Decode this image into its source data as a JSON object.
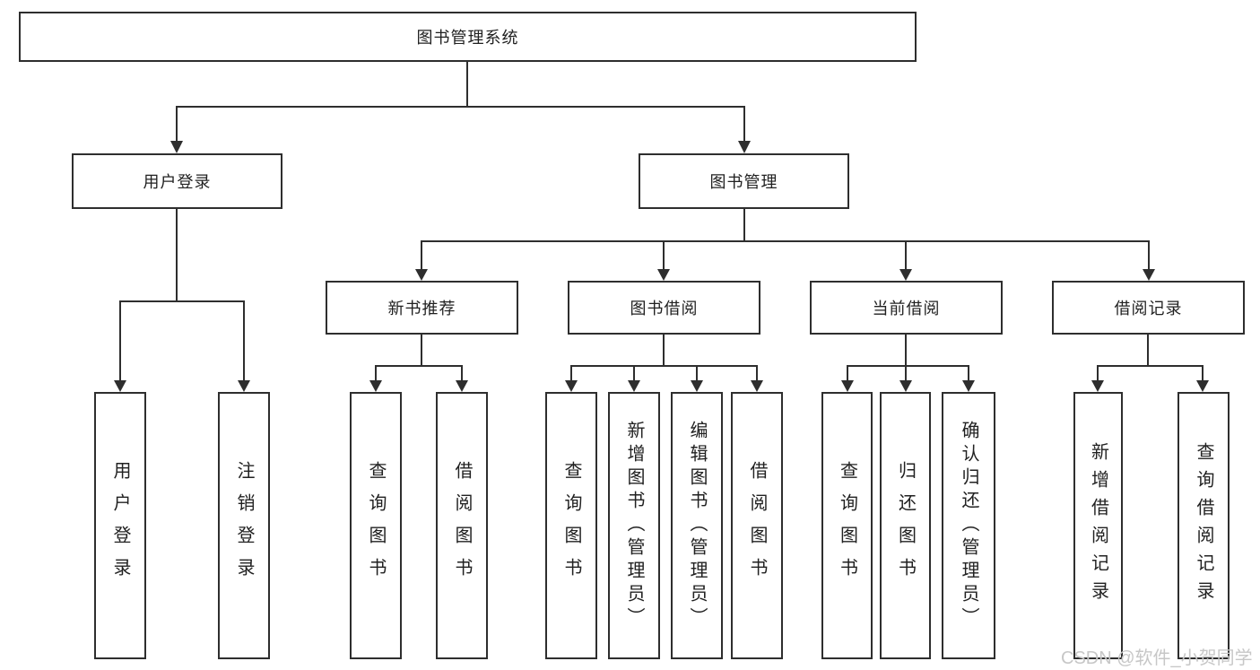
{
  "diagram": {
    "root": {
      "label": "图书管理系统"
    },
    "branches": [
      {
        "label": "用户登录",
        "leaves": [
          {
            "label": "用户登录"
          },
          {
            "label": "注销登录"
          }
        ]
      },
      {
        "label": "图书管理",
        "groups": [
          {
            "label": "新书推荐",
            "leaves": [
              {
                "label": "查询图书"
              },
              {
                "label": "借阅图书"
              }
            ]
          },
          {
            "label": "图书借阅",
            "leaves": [
              {
                "label": "查询图书"
              },
              {
                "label": "新增图书（管理员）"
              },
              {
                "label": "编辑图书（管理员）"
              },
              {
                "label": "借阅图书"
              }
            ]
          },
          {
            "label": "当前借阅",
            "leaves": [
              {
                "label": "查询图书"
              },
              {
                "label": "归还图书"
              },
              {
                "label": "确认归还（管理员）"
              }
            ]
          },
          {
            "label": "借阅记录",
            "leaves": [
              {
                "label": "新增借阅记录"
              },
              {
                "label": "查询借阅记录"
              }
            ]
          }
        ]
      }
    ]
  },
  "watermark": {
    "text": "CSDN @软件_小贺同学"
  },
  "colors": {
    "line": "#2e2e2e",
    "box_border": "#2e2e2e",
    "text": "#212121",
    "watermark": "#c7c7c7",
    "background": "#ffffff"
  }
}
